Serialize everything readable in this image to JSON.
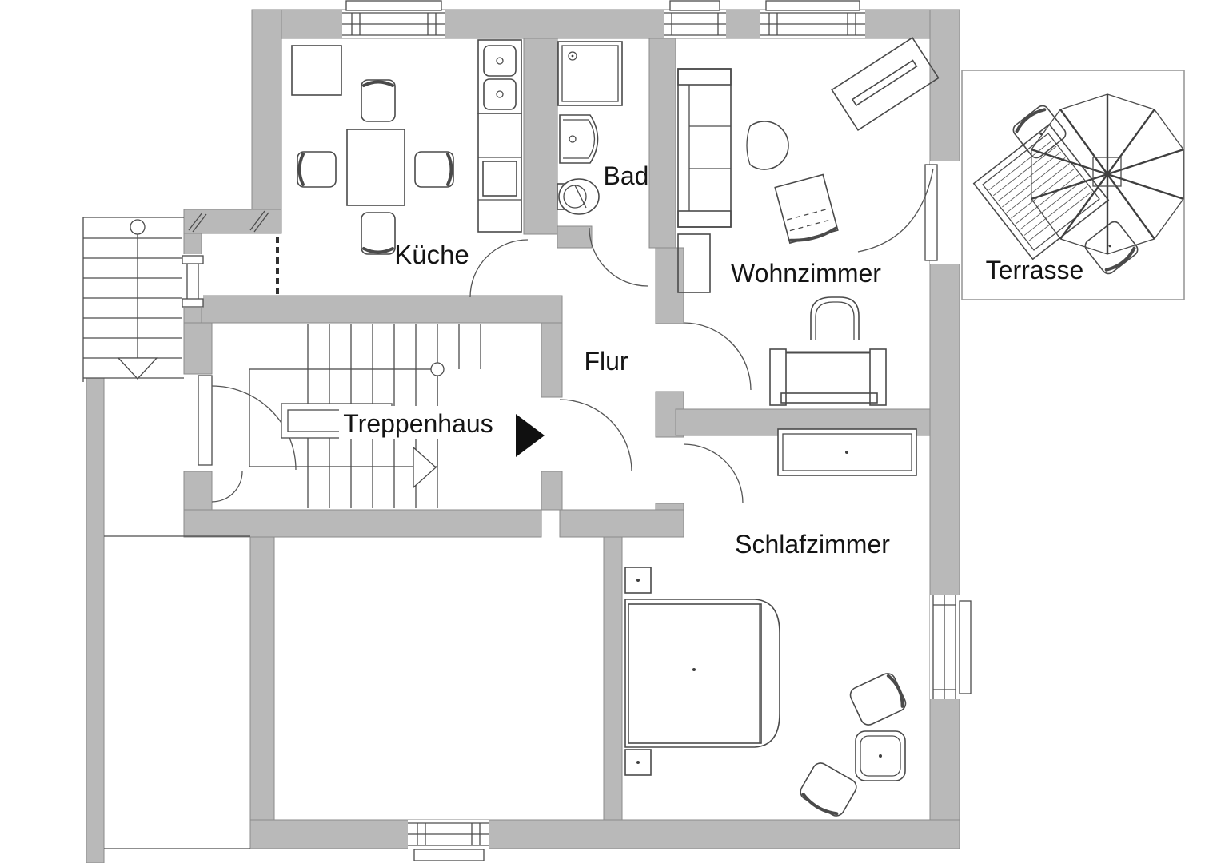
{
  "colors": {
    "background": "#ffffff",
    "wall_fill": "#b9b9b9",
    "wall_edge": "#8a8a8a",
    "line": "#4a4a4a",
    "text": "#141414"
  },
  "rooms": {
    "kueche": {
      "label": "Küche"
    },
    "bad": {
      "label": "Bad"
    },
    "wohnzimmer": {
      "label": "Wohnzimmer"
    },
    "terrasse": {
      "label": "Terrasse"
    },
    "flur": {
      "label": "Flur"
    },
    "treppenhaus": {
      "label": "Treppenhaus"
    },
    "schlafzimmer": {
      "label": "Schlafzimmer"
    }
  },
  "furniture": {
    "kueche": [
      "dining-table",
      "chair",
      "chair",
      "chair",
      "chair",
      "double-sink-unit",
      "kitchen-counter",
      "stove",
      "cabinet"
    ],
    "bad": [
      "shower",
      "washbasin",
      "toilet"
    ],
    "wohnzimmer": [
      "sofa",
      "round-chair",
      "armchair-angled",
      "desk-angled",
      "side-shelf",
      "small-chair",
      "armchair-wide"
    ],
    "schlafzimmer": [
      "double-bed",
      "nightstand",
      "nightstand",
      "sideboard",
      "chair-angled",
      "side-table",
      "chair-angled"
    ],
    "terrasse": [
      "parasol",
      "slatted-table",
      "chair",
      "chair"
    ],
    "treppenhaus": [
      "staircase",
      "direction-arrow"
    ],
    "aussen": [
      "exterior-stairs",
      "down-arrow",
      "retaining-wall"
    ]
  }
}
